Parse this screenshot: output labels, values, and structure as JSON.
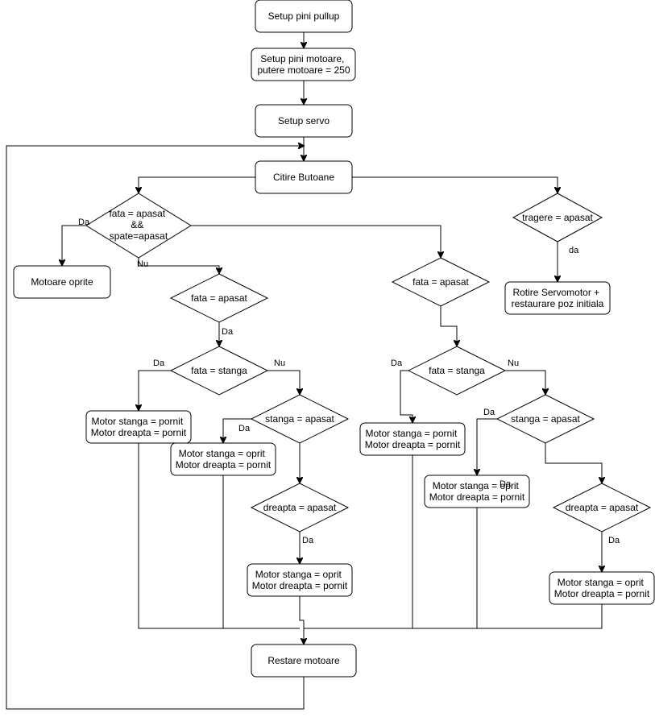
{
  "nodes": {
    "setup_pullup": [
      "Setup pini pullup"
    ],
    "setup_motoare": [
      "Setup pini motoare,",
      "putere motoare = 250"
    ],
    "setup_servo": [
      "Setup servo"
    ],
    "citire": [
      "Citire Butoane"
    ],
    "d_fata_spate": [
      "fata = apasat",
      "&&",
      "spate=apasat"
    ],
    "motoare_oprite": [
      "Motoare oprite"
    ],
    "d_fata_left": [
      "fata = apasat"
    ],
    "d_fata_stanga_left": [
      "fata = stanga"
    ],
    "ms_pornit_left": [
      "Motor stanga = pornit",
      "Motor dreapta = pornit"
    ],
    "d_stanga_left": [
      "stanga = apasat"
    ],
    "ms_oprit_left": [
      "Motor stanga = oprit",
      "Motor dreapta = pornit"
    ],
    "d_dreapta_left": [
      "dreapta = apasat"
    ],
    "ms_oprit_left2": [
      "Motor stanga = oprit",
      "Motor dreapta = pornit"
    ],
    "restare": [
      "Restare motoare"
    ],
    "d_fata_mid": [
      "fata = apasat"
    ],
    "d_fata_stanga_mid": [
      "fata = stanga"
    ],
    "ms_pornit_mid": [
      "Motor stanga = pornit",
      "Motor dreapta = pornit"
    ],
    "d_stanga_right": [
      "stanga = apasat"
    ],
    "ms_oprit_mid": [
      "Motor stanga = oprit",
      "Motor dreapta = pornit"
    ],
    "d_dreapta_right": [
      "dreapta = apasat"
    ],
    "ms_oprit_right": [
      "Motor stanga = oprit",
      "Motor dreapta = pornit"
    ],
    "d_tragere": [
      "tragere = apasat"
    ],
    "rotire_servo": [
      "Rotire Servomotor +",
      "restaurare poz initiala"
    ]
  },
  "edge_labels": {
    "da_motoare_oprite": "Da",
    "nu_fata_left": "Nu",
    "da_fata_left": "Da",
    "da_fata_stanga_left": "Da",
    "nu_fata_stanga_left": "Nu",
    "da_stanga_left": "Da",
    "da_dreapta_left": "Da",
    "da_fata_stanga_mid": "Da",
    "nu_fata_stanga_mid": "Nu",
    "da_stanga_right": "Da",
    "da_stanga_right_overlap": "Da",
    "da_dreapta_right": "Da",
    "da_tragere": "da"
  }
}
